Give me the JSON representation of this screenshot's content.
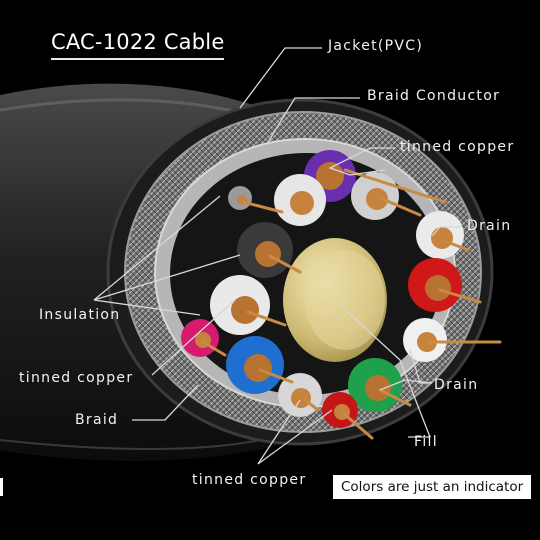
{
  "title": "CAC-1022 Cable",
  "labels": {
    "jacket": "Jacket(PVC)",
    "braid_conductor": "Braid Conductor",
    "tinned_copper_top": "tinned copper",
    "drain_top": "Drain",
    "insulation": "Insulation",
    "tinned_copper_left": "tinned copper",
    "drain_bottom": "Drain",
    "braid": "Braid",
    "fill": "Fill",
    "tinned_copper_bottom": "tinned copper"
  },
  "note": "Colors are just an indicator",
  "colors": {
    "background": "#000000",
    "jacket": "#2b2b2b",
    "braid": "#8a8a8a",
    "foil": "#b9b9b9",
    "fill": "#d8c98a",
    "copper": "#b87333",
    "wire_colors": [
      "#6a2fb0",
      "#c9c9c9",
      "#d01818",
      "#ffffff",
      "#1fa04a",
      "#1f6fd0",
      "#d61a6e",
      "#9a9a9a"
    ]
  }
}
